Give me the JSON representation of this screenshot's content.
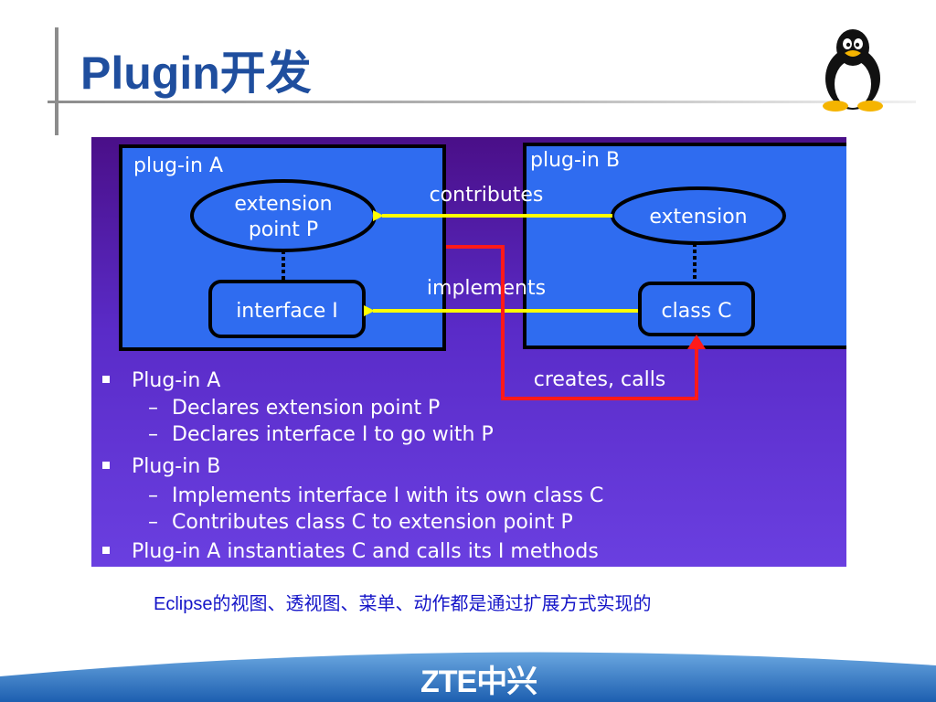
{
  "slide": {
    "title": "Plugin开发",
    "caption": "Eclipse的视图、透视图、菜单、动作都是通过扩展方式实现的",
    "logo_text": "ZTE中兴",
    "decor": {
      "penguin": "tux-penguin-icon"
    }
  },
  "diagram": {
    "plugin_a": {
      "label": "plug-in A",
      "ext_point_line1": "extension",
      "ext_point_line2": "point P",
      "interface": "interface I"
    },
    "plugin_b": {
      "label": "plug-in B",
      "extension": "extension",
      "class": "class C"
    },
    "arrows": {
      "contributes": "contributes",
      "implements": "implements",
      "creates_calls": "creates, calls"
    },
    "bullets": [
      {
        "text": "Plug-in A",
        "level": 1
      },
      {
        "text": "Declares extension point P",
        "level": 2
      },
      {
        "text": "Declares interface I to go with P",
        "level": 2
      },
      {
        "text": "Plug-in B",
        "level": 1
      },
      {
        "text": "Implements interface I with its own class C",
        "level": 2
      },
      {
        "text": "Contributes class C to extension point P",
        "level": 2
      },
      {
        "text": "Plug-in A instantiates C and calls its I methods",
        "level": 1
      }
    ],
    "colors": {
      "box_fill": "#2f6cf0",
      "arrow_yellow": "#ffff00",
      "arrow_red": "#ff1a1a",
      "text": "#ffffff"
    }
  }
}
